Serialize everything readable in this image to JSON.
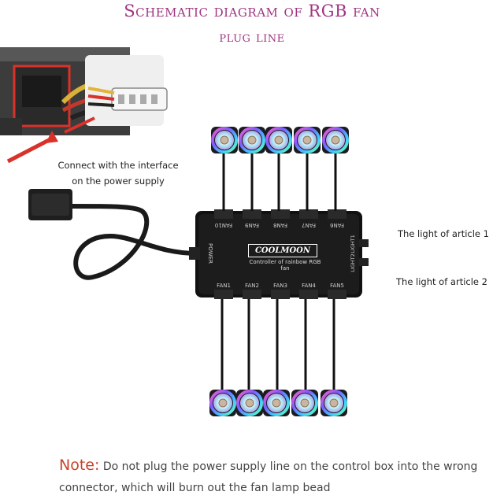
{
  "title": {
    "line1": "Schematic diagram of RGB fan",
    "line2": "plug line"
  },
  "psu_caption": {
    "line1": "Connect with the interface",
    "line2": "on the power supply"
  },
  "controller": {
    "brand": "COOLMOON",
    "subtitle": "Controller of rainbow RGB fan",
    "power_label": "POWER",
    "top_ports": [
      "FAN10",
      "FAN9",
      "FAN8",
      "FAN7",
      "FAN6"
    ],
    "bottom_ports": [
      "FAN1",
      "FAN2",
      "FAN3",
      "FAN4",
      "FAN5"
    ],
    "light_ports": [
      "LIGHT1",
      "LIGHT2"
    ]
  },
  "light_labels": {
    "one": "The light of article 1",
    "two": "The light of article 2"
  },
  "note": {
    "label": "Note:",
    "text": "Do not plug the power supply line on the control box into the wrong connector, which will burn out the fan lamp bead"
  },
  "colors": {
    "title": "#a0347f",
    "note_label": "#c8432a",
    "accent_red": "#d8322a"
  }
}
